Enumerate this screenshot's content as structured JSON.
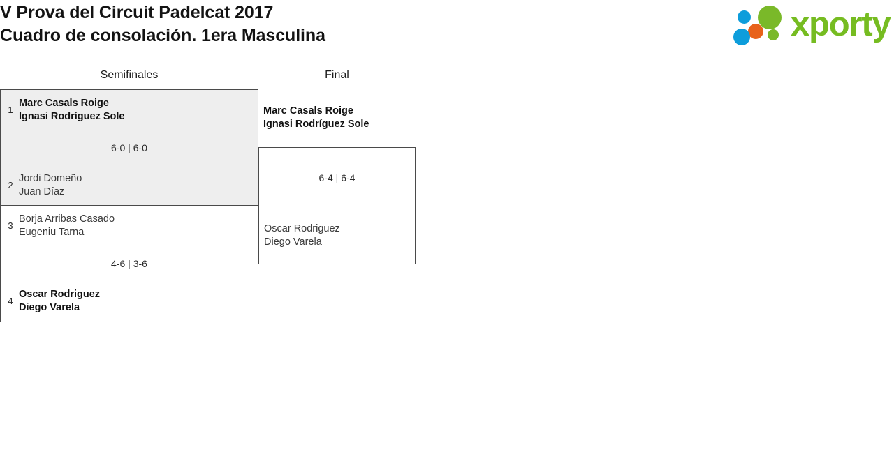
{
  "header": {
    "title_line_1": "V Prova del Circuit Padelcat 2017",
    "title_line_2": "Cuadro de consolación. 1era Masculina"
  },
  "logo": {
    "wordmark": "xporty",
    "green": "#76bc21",
    "blue": "#0d9ddb",
    "orange": "#e8621a",
    "dots": [
      {
        "name": "dot-blue-small",
        "color": "#0d9ddb"
      },
      {
        "name": "dot-green-large",
        "color": "#7ab929"
      },
      {
        "name": "dot-orange",
        "color": "#e8621a"
      },
      {
        "name": "dot-green-small",
        "color": "#7ab929"
      },
      {
        "name": "dot-blue-large",
        "color": "#0d9ddb"
      }
    ]
  },
  "bracket": {
    "rounds": [
      {
        "label": "Semifinales"
      },
      {
        "label": "Final"
      }
    ],
    "matches": [
      {
        "id": "sf-1",
        "round": "Semifinales",
        "score": "6-0 | 6-0",
        "top": {
          "seed": "1",
          "player_1": "Marc Casals Roige",
          "player_2": "Ignasi Rodríguez Sole",
          "result": "winner"
        },
        "bottom": {
          "seed": "2",
          "player_1": "Jordi Domeño",
          "player_2": "Juan Díaz",
          "result": "loser"
        }
      },
      {
        "id": "sf-2",
        "round": "Semifinales",
        "score": "4-6 | 3-6",
        "top": {
          "seed": "3",
          "player_1": "Borja Arribas Casado",
          "player_2": "Eugeniu Tarna",
          "result": "loser"
        },
        "bottom": {
          "seed": "4",
          "player_1": "Oscar Rodriguez",
          "player_2": "Diego Varela",
          "result": "winner"
        }
      },
      {
        "id": "final",
        "round": "Final",
        "score": "6-4 | 6-4",
        "top": {
          "seed": "",
          "player_1": "Marc Casals Roige",
          "player_2": "Ignasi Rodríguez Sole",
          "result": "winner"
        },
        "bottom": {
          "seed": "",
          "player_1": "Oscar Rodriguez",
          "player_2": "Diego Varela",
          "result": "loser"
        }
      }
    ]
  }
}
